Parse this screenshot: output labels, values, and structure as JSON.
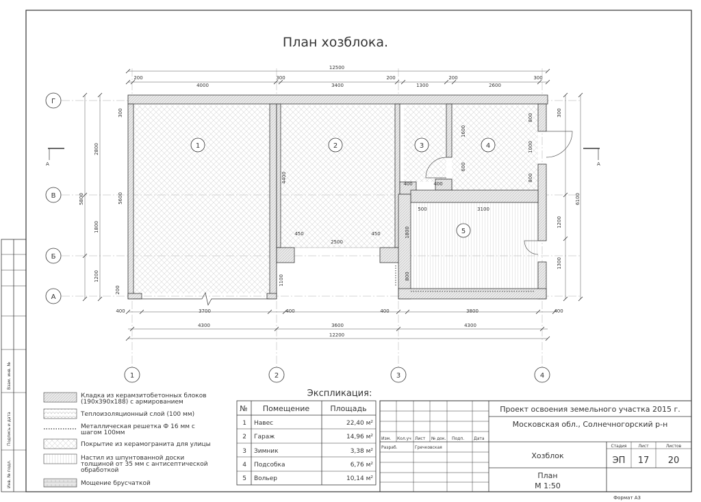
{
  "title": "План хозблока.",
  "dims": {
    "overall_top": "12500",
    "top": [
      "200",
      "4000",
      "300",
      "3400",
      "200",
      "1300",
      "200",
      "2600",
      "300"
    ],
    "bottom1": [
      "400",
      "3700",
      "400",
      "400",
      "3800",
      "400"
    ],
    "bottom2": [
      "4300",
      "3600",
      "4300"
    ],
    "bottom3": "12200",
    "left_outer": "5800",
    "left_inner": [
      "2800",
      "1800",
      "1200"
    ],
    "left_misc": [
      "300",
      "200"
    ],
    "right_outer": "6100",
    "right_inner": [
      "300",
      "1200",
      "1300"
    ],
    "inner": [
      "4400",
      "5600",
      "800",
      "1000",
      "800",
      "1600",
      "600",
      "400",
      "400",
      "500",
      "3100",
      "1800",
      "800",
      "1100",
      "450",
      "2500",
      "450"
    ]
  },
  "axes_rows": [
    "Г",
    "В",
    "Б",
    "А"
  ],
  "axes_cols": [
    "1",
    "2",
    "3",
    "4"
  ],
  "section_marks": [
    "А",
    "А"
  ],
  "rooms": [
    "1",
    "2",
    "3",
    "4",
    "5"
  ],
  "legend": [
    {
      "text": "Кладка из керамзитобетонных блоков (190x390x188) с армированием",
      "lines": [
        "Кладка из керамзитобетонных блоков",
        "(190x390x188) с армированием"
      ]
    },
    {
      "text": "Теплоизоляционный слой (100 мм)",
      "lines": [
        "Теплоизоляционный слой (100 мм)"
      ]
    },
    {
      "text": "Металлическая решетка Ф 16 мм с шагом 100мм",
      "lines": [
        "Металлическая решетка Ф 16 мм с",
        "шагом 100мм"
      ]
    },
    {
      "text": "Покрытие из керамогранита для улицы",
      "lines": [
        "Покрытие из керамогранита для улицы"
      ]
    },
    {
      "text": "Настил из шпунтованной доски толщиной от 35 мм с антисептической обработкой",
      "lines": [
        "Настил из шпунтованной доски",
        "толщиной от 35 мм с антисептической",
        "обработкой"
      ]
    },
    {
      "text": "Мощение брусчаткой",
      "lines": [
        "Мощение брусчаткой"
      ]
    }
  ],
  "explication": {
    "title": "Экспликация:",
    "headers": [
      "№",
      "Помещение",
      "Площадь"
    ],
    "rows": [
      {
        "n": "1",
        "name": "Навес",
        "area": "22,40 м²"
      },
      {
        "n": "2",
        "name": "Гараж",
        "area": "14,96 м²"
      },
      {
        "n": "3",
        "name": "Зимник",
        "area": "3,38 м²"
      },
      {
        "n": "4",
        "name": "Подсобка",
        "area": "6,76 м²"
      },
      {
        "n": "5",
        "name": "Вольер",
        "area": "10,14 м²"
      }
    ]
  },
  "stamp": {
    "project": "Проект освоения земельного участка 2015 г.",
    "location": "Московская обл., Солнечногорский р-н",
    "cols": [
      "Изм.",
      "Кол.уч",
      "Лист",
      "№ док.",
      "Подп.",
      "Дата"
    ],
    "developer_role": "Разраб.",
    "developer_name": "Гречковская",
    "object": "Хозблок",
    "sheet_name": "План",
    "scale": "М 1:50",
    "stage_label": "Стадия",
    "sheet_label": "Лист",
    "sheets_label": "Листов",
    "stage": "ЭП",
    "sheet_no": "17",
    "sheets": "20",
    "format": "Формат А3"
  },
  "side_stamp": [
    "Взам. инв. №",
    "Подпись и дата",
    "Инв. № подл."
  ]
}
